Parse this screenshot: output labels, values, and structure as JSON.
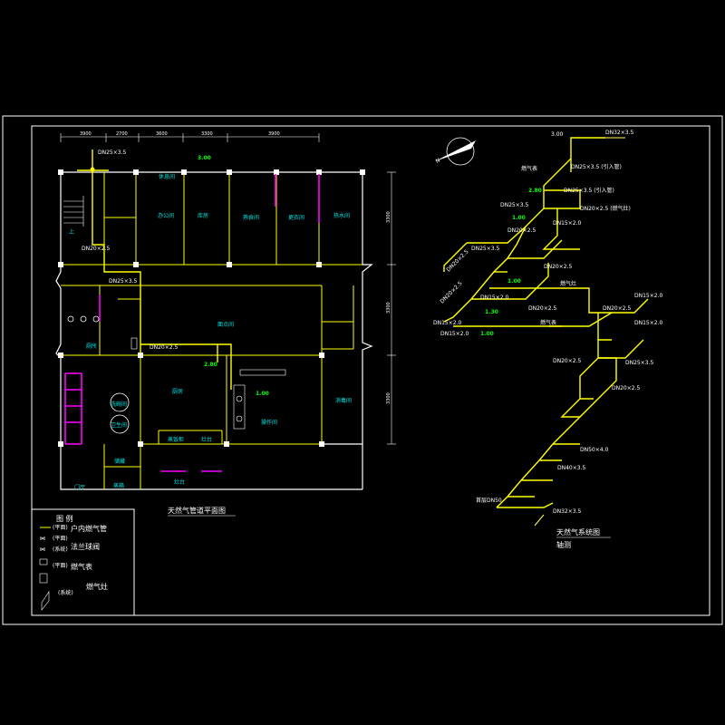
{
  "plan": {
    "title": "天然气管道平面图",
    "dims_top": [
      "3900",
      "2700",
      "3600",
      "3300",
      "3900"
    ],
    "dims_right": [
      "3300",
      "3300",
      "3300"
    ],
    "rooms": [
      {
        "id": "r1",
        "label": "休息间"
      },
      {
        "id": "r2",
        "label": "库房"
      },
      {
        "id": "r3",
        "label": "办公间"
      },
      {
        "id": "r4",
        "label": "熟食间"
      },
      {
        "id": "r5",
        "label": "更衣间"
      },
      {
        "id": "r6",
        "label": "热水间"
      },
      {
        "id": "r7",
        "label": "厨房"
      },
      {
        "id": "r8",
        "label": "操作间"
      },
      {
        "id": "r9",
        "label": "厕所"
      },
      {
        "id": "r10",
        "label": "消毒间"
      },
      {
        "id": "r11",
        "label": "面点间"
      },
      {
        "id": "r12",
        "label": "洗碗间"
      },
      {
        "id": "r13",
        "label": "卫生间"
      },
      {
        "id": "r14",
        "label": "储藏"
      },
      {
        "id": "r15",
        "label": "门厅"
      },
      {
        "id": "r16",
        "label": "蒸箱"
      },
      {
        "id": "r17",
        "label": "蒸饭柜"
      },
      {
        "id": "r18",
        "label": "灶台"
      },
      {
        "id": "r19",
        "label": "灶台"
      },
      {
        "id": "r20",
        "label": "上"
      }
    ],
    "annotations": {
      "pipe_a": "DN25×3.5",
      "pipe_b": "DN25×3.5",
      "pipe_c": "DN20×2.5",
      "pipe_d": "DN20×2.5",
      "elev_1": "3.00",
      "elev_2": "1.00",
      "elev_3": "2.80"
    }
  },
  "system": {
    "title": "天然气系统图",
    "subtitle": "轴测",
    "north": "N",
    "labels": [
      {
        "id": "s1",
        "text": "3.00",
        "color": "white"
      },
      {
        "id": "s2",
        "text": "DN32×3.5",
        "color": "white"
      },
      {
        "id": "s3",
        "text": "DN25×3.5 (引入管)",
        "color": "white"
      },
      {
        "id": "s4",
        "text": "燃气表",
        "color": "white"
      },
      {
        "id": "s5",
        "text": "DN25×3.5 (引入管)",
        "color": "white"
      },
      {
        "id": "s6",
        "text": "2.80",
        "color": "green"
      },
      {
        "id": "s7",
        "text": "DN25×3.5",
        "color": "white"
      },
      {
        "id": "s8",
        "text": "DN20×2.5 (燃气灶)",
        "color": "white"
      },
      {
        "id": "s9",
        "text": "1.00",
        "color": "green"
      },
      {
        "id": "s10",
        "text": "DN20×2.5",
        "color": "white"
      },
      {
        "id": "s11",
        "text": "DN15×2.0",
        "color": "white"
      },
      {
        "id": "s12",
        "text": "DN25×3.5",
        "color": "white"
      },
      {
        "id": "s13",
        "text": "DN20×2.5",
        "color": "white"
      },
      {
        "id": "s14",
        "text": "DN20×2.5",
        "color": "white"
      },
      {
        "id": "s15",
        "text": "1.00",
        "color": "green"
      },
      {
        "id": "s16",
        "text": "DN20×2.5",
        "color": "white"
      },
      {
        "id": "s17",
        "text": "DN15×2.0",
        "color": "white"
      },
      {
        "id": "s18",
        "text": "1.30",
        "color": "green"
      },
      {
        "id": "s19",
        "text": "DN15×2.0",
        "color": "white"
      },
      {
        "id": "s20",
        "text": "燃气灶",
        "color": "white"
      },
      {
        "id": "s21",
        "text": "DN15×2.0",
        "color": "white"
      },
      {
        "id": "s22",
        "text": "1.00",
        "color": "green"
      },
      {
        "id": "s23",
        "text": "DN20×2.5",
        "color": "white"
      },
      {
        "id": "s24",
        "text": "燃气表",
        "color": "white"
      },
      {
        "id": "s25",
        "text": "DN15×2.0",
        "color": "white"
      },
      {
        "id": "s26",
        "text": "DN15×2.0",
        "color": "white"
      },
      {
        "id": "s27",
        "text": "DN20×2.5",
        "color": "white"
      },
      {
        "id": "s28",
        "text": "DN25×3.5",
        "color": "white"
      },
      {
        "id": "s29",
        "text": "DN20×2.5",
        "color": "white"
      },
      {
        "id": "s30",
        "text": "DN20×2.5",
        "color": "white"
      },
      {
        "id": "s31",
        "text": "首层DN50",
        "color": "white"
      },
      {
        "id": "s32",
        "text": "DN50×4.0",
        "color": "white"
      },
      {
        "id": "s33",
        "text": "DN40×3.5",
        "color": "white"
      },
      {
        "id": "s34",
        "text": "DN32×3.5",
        "color": "white"
      }
    ]
  },
  "legend": {
    "title": "图 例",
    "items": [
      {
        "symbol": "(平面)",
        "desc": "户内燃气管"
      },
      {
        "symbol": "(平面)",
        "desc": "法兰球阀"
      },
      {
        "symbol": "(系统)",
        "desc": ""
      },
      {
        "symbol": "(平面)",
        "desc": "燃气表"
      },
      {
        "symbol": "(系统)",
        "desc": "燃气灶"
      }
    ]
  },
  "colors": {
    "background": "#000000",
    "wall": "#ffffff",
    "pipe": "#ffff00",
    "room_label": "#00e5e5",
    "elevation": "#00ff00",
    "partition": "#ff00ff"
  }
}
